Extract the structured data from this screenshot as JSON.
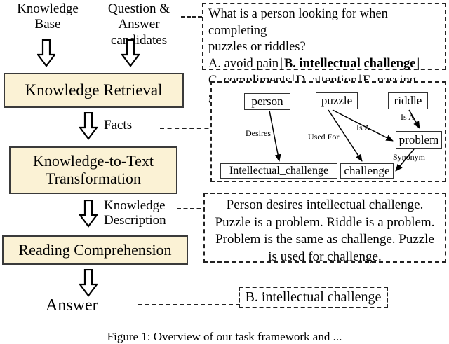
{
  "figure": {
    "caption": "Figure 1:  Overview of our task framework and ..."
  },
  "inputs": {
    "knowledge_base_label": "Knowledge\nBase",
    "knowledge_base_line1": "Knowledge",
    "knowledge_base_line2": "Base",
    "question_candidates_line1": "Question &",
    "question_candidates_line2": "Answer candidates"
  },
  "pipeline": {
    "stages": [
      {
        "id": "knowledge-retrieval",
        "label": "Knowledge Retrieval"
      },
      {
        "id": "knowledge-to-text",
        "label": "Knowledge-to-Text\nTransformation"
      },
      {
        "id": "reading-comprehension",
        "label": "Reading Comprehension"
      }
    ],
    "stage1_label": "Knowledge Retrieval",
    "stage2_line1": "Knowledge-to-Text",
    "stage2_line2": "Transformation",
    "stage3_label": "Reading Comprehension",
    "edge_facts": "Facts",
    "edge_knowledge_line1": "Knowledge",
    "edge_knowledge_line2": "Description",
    "output_label": "Answer"
  },
  "question_panel": {
    "stem_line1": "What is a person looking for when completing",
    "stem_line2": "puzzles or riddles?",
    "option_a": "A. avoid pain",
    "option_b": "B. intellectual challenge",
    "option_c": "C. compliments",
    "option_d": "D. attention",
    "option_e": "E. passing grade",
    "separator": "|"
  },
  "knowledge_graph": {
    "nodes": [
      {
        "id": "person",
        "label": "person"
      },
      {
        "id": "puzzle",
        "label": "puzzle"
      },
      {
        "id": "riddle",
        "label": "riddle"
      },
      {
        "id": "problem",
        "label": "problem"
      },
      {
        "id": "intellectual_challenge",
        "label": "Intellectual_challenge"
      },
      {
        "id": "challenge",
        "label": "challenge"
      }
    ],
    "relations": [
      {
        "id": "desires",
        "label": "Desires",
        "from": "person",
        "to": "intellectual_challenge"
      },
      {
        "id": "used-for",
        "label": "Used For",
        "from": "puzzle",
        "to": "challenge"
      },
      {
        "id": "isa-puzzle",
        "label": "Is A",
        "from": "puzzle",
        "to": "problem"
      },
      {
        "id": "isa-riddle",
        "label": "Is A",
        "from": "riddle",
        "to": "problem"
      },
      {
        "id": "synonym",
        "label": "Synonym",
        "from": "problem",
        "to": "challenge"
      }
    ]
  },
  "description_panel": {
    "line1": "Person desires intellectual challenge.",
    "line2": "Puzzle is a problem. Riddle is a problem.",
    "line3": "Problem is the same as challenge. Puzzle",
    "line4": "is used for challenge."
  },
  "answer_panel": {
    "answer": "B. intellectual challenge"
  },
  "colors": {
    "stage_fill": "#fbf2d5",
    "stage_border": "#3a3a3a",
    "dash_border": "#222222",
    "text": "#000000"
  }
}
